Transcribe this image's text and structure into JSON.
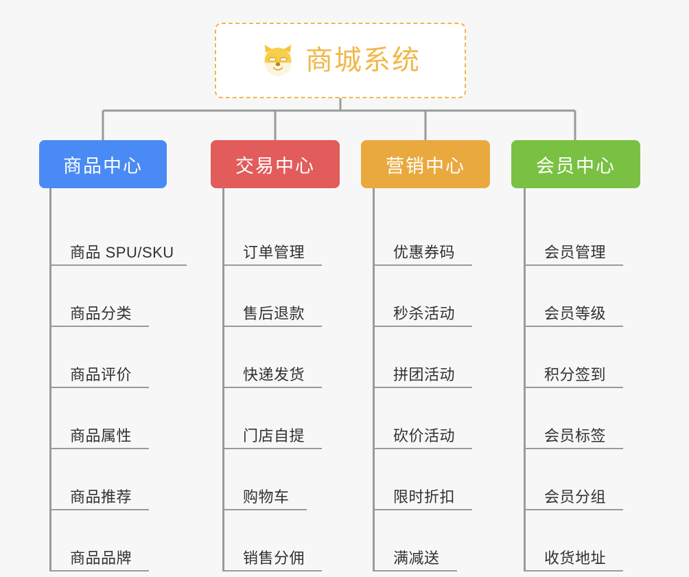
{
  "page": {
    "background_color": "#f7f7f7",
    "line_color": "#9a9a9a",
    "text_color": "#2f3133"
  },
  "root": {
    "title": "商城系统",
    "icon": "shiba-dog-face-icon",
    "border_color": "#f0b84a",
    "title_color": "#f0b84a",
    "background_color": "#ffffff"
  },
  "columns": [
    {
      "id": "product-center",
      "label": "商品中心",
      "color": "#4a8af4",
      "items": [
        {
          "label": "商品 SPU/SKU",
          "underline_width": 200
        },
        {
          "label": "商品分类",
          "underline_width": 145
        },
        {
          "label": "商品评价",
          "underline_width": 145
        },
        {
          "label": "商品属性",
          "underline_width": 145
        },
        {
          "label": "商品推荐",
          "underline_width": 145
        },
        {
          "label": "商品品牌",
          "underline_width": 145
        }
      ]
    },
    {
      "id": "trade-center",
      "label": "交易中心",
      "color": "#e25c5c",
      "items": [
        {
          "label": "订单管理",
          "underline_width": 145
        },
        {
          "label": "售后退款",
          "underline_width": 145
        },
        {
          "label": "快递发货",
          "underline_width": 145
        },
        {
          "label": "门店自提",
          "underline_width": 145
        },
        {
          "label": "购物车",
          "underline_width": 123
        },
        {
          "label": "销售分佣",
          "underline_width": 145
        }
      ]
    },
    {
      "id": "marketing-center",
      "label": "营销中心",
      "color": "#eaa93f",
      "items": [
        {
          "label": "优惠券码",
          "underline_width": 145
        },
        {
          "label": "秒杀活动",
          "underline_width": 145
        },
        {
          "label": "拼团活动",
          "underline_width": 145
        },
        {
          "label": "砍价活动",
          "underline_width": 145
        },
        {
          "label": "限时折扣",
          "underline_width": 145
        },
        {
          "label": "满减送",
          "underline_width": 123
        }
      ]
    },
    {
      "id": "member-center",
      "label": "会员中心",
      "color": "#7ac143",
      "items": [
        {
          "label": "会员管理",
          "underline_width": 145
        },
        {
          "label": "会员等级",
          "underline_width": 145
        },
        {
          "label": "积分签到",
          "underline_width": 145
        },
        {
          "label": "会员标签",
          "underline_width": 145
        },
        {
          "label": "会员分组",
          "underline_width": 145
        },
        {
          "label": "收货地址",
          "underline_width": 145
        }
      ]
    }
  ]
}
